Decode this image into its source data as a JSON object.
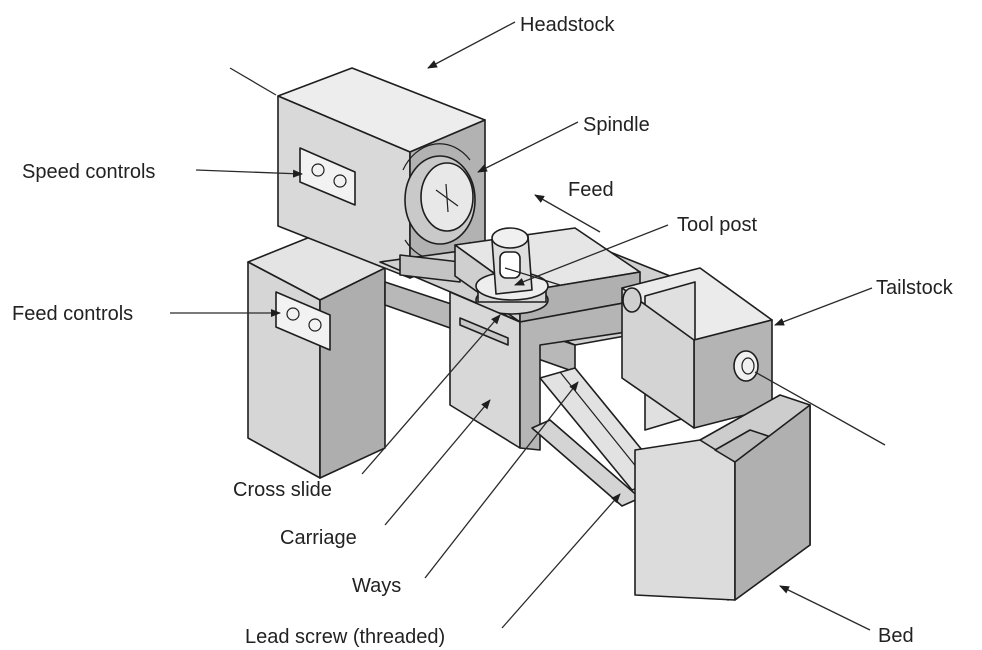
{
  "labels": {
    "headstock": "Headstock",
    "spindle": "Spindle",
    "speed_controls": "Speed controls",
    "feed": "Feed",
    "tool_post": "Tool post",
    "tailstock": "Tailstock",
    "feed_controls": "Feed controls",
    "cross_slide": "Cross slide",
    "carriage": "Carriage",
    "ways": "Ways",
    "lead_screw": "Lead screw (threaded)",
    "bed": "Bed"
  },
  "colors": {
    "face_light": "#ececec",
    "face_mid": "#d2d2d2",
    "face_dark": "#a9a9a9",
    "line": "#1e1e1e"
  }
}
